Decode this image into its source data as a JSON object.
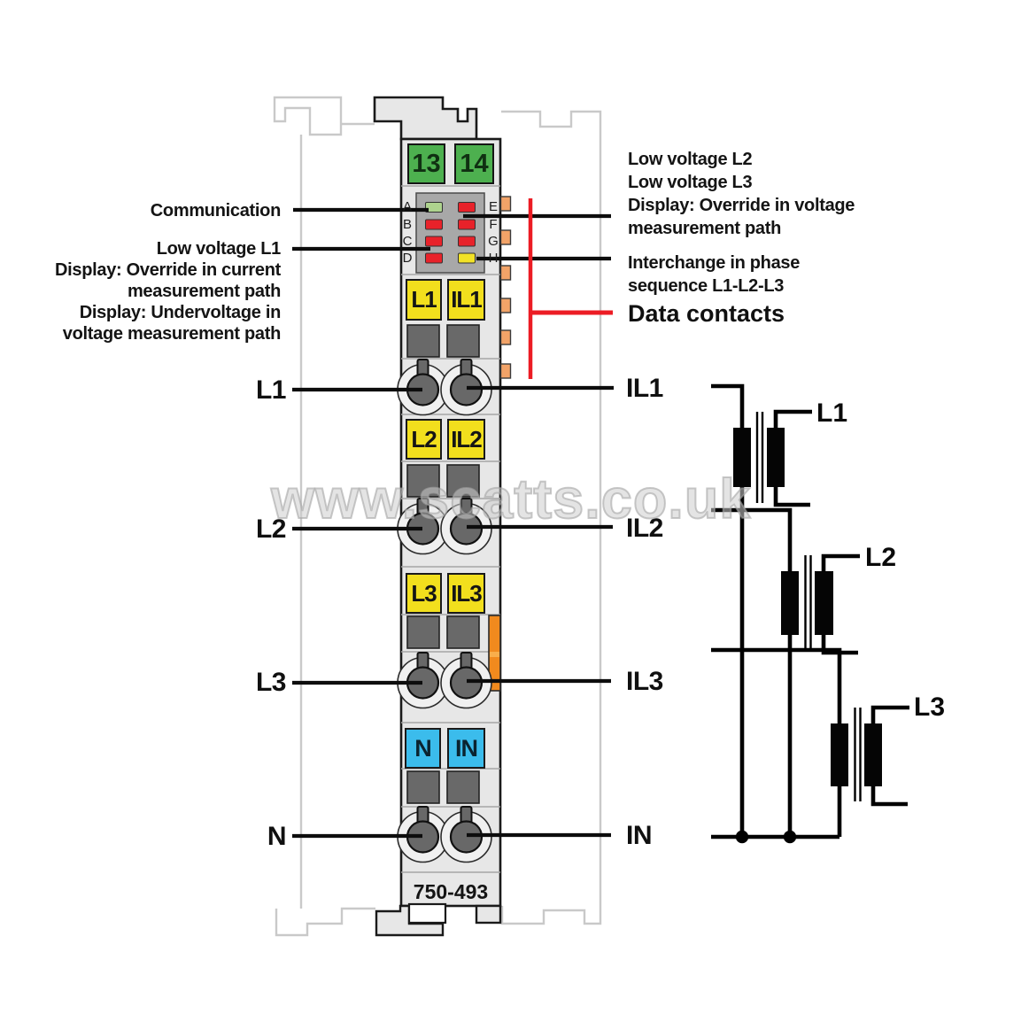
{
  "colors": {
    "module_body": "#e7e7e7",
    "outline": "#1a1a1a",
    "neighbor_outline": "#c9c9c9",
    "green_terminal": "#4db04f",
    "yellow_tag": "#f2df1d",
    "blue_tag": "#3bbcec",
    "dark_gray": "#696969",
    "led_block": "#a8a8a8",
    "led_red": "#e8222a",
    "led_green": "#aed38e",
    "led_yellow": "#f2e227",
    "orange_tab": "#f2a368",
    "orange_latch": "#f18a1e",
    "red_line": "#ec1c24",
    "watermark_gray": "#c8c8c8"
  },
  "module": {
    "part_number": "750-493",
    "power_terminals": [
      "13",
      "14"
    ],
    "led_letters_left": [
      "A",
      "B",
      "C",
      "D"
    ],
    "led_letters_right": [
      "E",
      "F",
      "G",
      "H"
    ],
    "rows": [
      {
        "left": "L1",
        "right": "IL1"
      },
      {
        "left": "L2",
        "right": "IL2"
      },
      {
        "left": "L3",
        "right": "IL3"
      },
      {
        "left": "N",
        "right": "IN"
      }
    ]
  },
  "annotations": {
    "left": {
      "communication": "Communication",
      "l1_block": "Low voltage L1\nDisplay: Override in current\nmeasurement path\nDisplay: Undervoltage in\nvoltage measurement path",
      "phases": [
        "L1",
        "L2",
        "L3",
        "N"
      ]
    },
    "right": {
      "voltage_block": "Low voltage L2\nLow voltage L3\nDisplay: Override in voltage\nmeasurement path",
      "interchange_block": "Interchange in phase\nsequence L1-L2-L3",
      "data_contacts": "Data contacts",
      "phases": [
        "IL1",
        "IL2",
        "IL3",
        "IN"
      ]
    }
  },
  "circuit": {
    "transformers": [
      "L1",
      "L2",
      "L3"
    ]
  },
  "watermark": "www.scatts.co.uk"
}
